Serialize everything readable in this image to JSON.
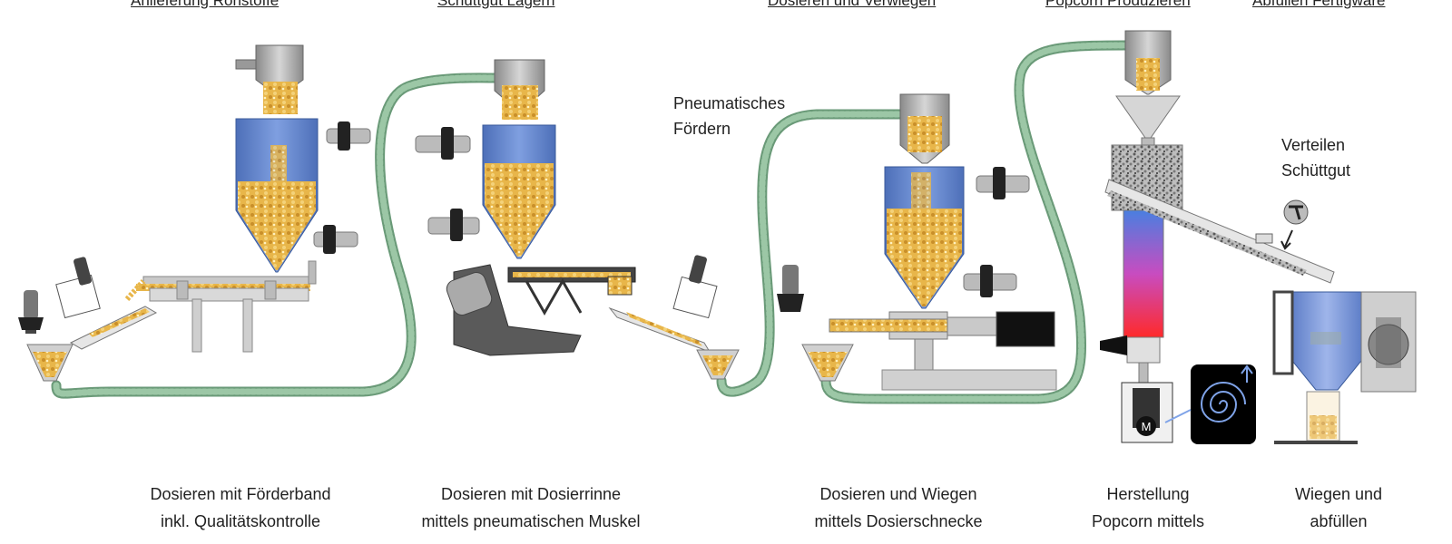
{
  "headers": {
    "station1": "Anlieferung Rohstoffe",
    "station2": "Schüttgut Lagern",
    "station3": "Dosieren und Verwiegen",
    "station4": "Popcorn Produzieren",
    "station5": "Abfüllen Fertigware"
  },
  "labels": {
    "pneumatic_line1": "Pneumatisches",
    "pneumatic_line2": "Fördern",
    "distribute_line1": "Verteilen",
    "distribute_line2": "Schüttgut",
    "motor": "M"
  },
  "captions": {
    "station1_line1": "Dosieren mit Förderband",
    "station1_line2": "inkl. Qualitätskontrolle",
    "station2_line1": "Dosieren mit Dosierrinne",
    "station2_line2": "mittels pneumatischen Muskel",
    "station3_line1": "Dosieren und Wiegen",
    "station3_line2": "mittels Dosierschnecke",
    "station4_line1": "Herstellung",
    "station4_line2": "Popcorn mittels",
    "station5_line1": "Wiegen und",
    "station5_line2": "abfüllen"
  },
  "colors": {
    "hose": "#8fb89a",
    "hose_dark": "#6a9a78",
    "hopper_blue": "#5b7fc4",
    "grain": "#e8b64a",
    "steel_grey": "#9a9a9a",
    "gripper_dark": "#333333"
  }
}
